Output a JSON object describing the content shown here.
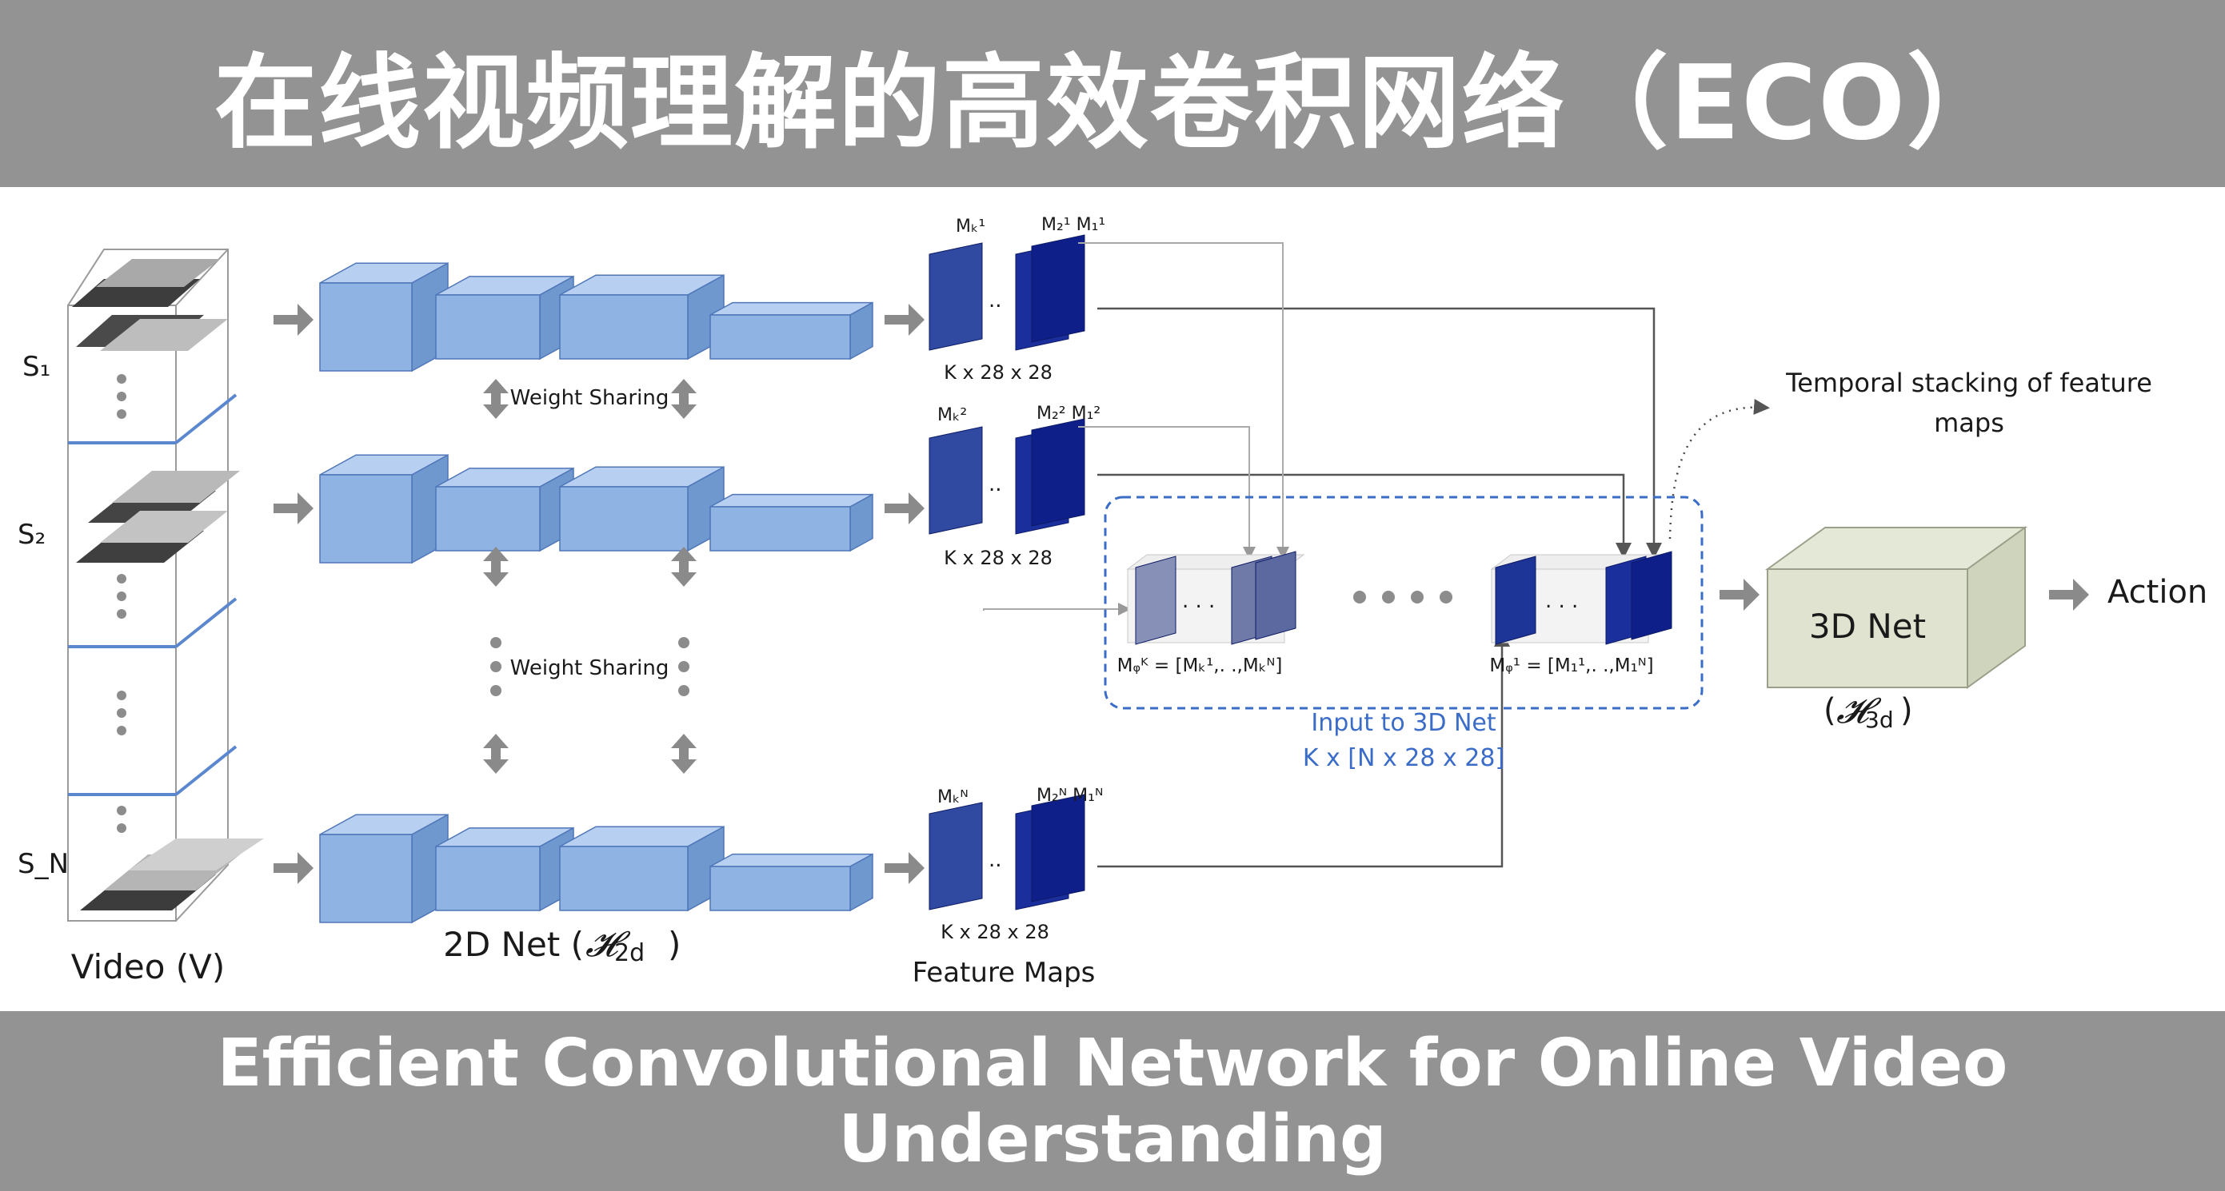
{
  "title": "在线视频理解的高效卷积网络（ECO）",
  "subtitle": "Efficient Convolutional Network for Online Video Understanding",
  "colors": {
    "band": "#939393",
    "block_front": "#8fb4e3",
    "block_top": "#b7cff0",
    "block_side": "#6f98cf",
    "feature_map": "#1b2f9c",
    "dashed_box": "#3a6cc8",
    "arrow": "#8a8a8a"
  },
  "diagram": {
    "video_label": "Video (V)",
    "segment_labels": [
      "S₁",
      "S₂",
      "S_N"
    ],
    "net2d_label_prefix": "2D Net (",
    "net2d_symbol": "𝓗",
    "net2d_sub": "2d",
    "net2d_label_suffix": ")",
    "weight_sharing": "Weight Sharing",
    "fm_dims": "K x 28 x 28",
    "feature_maps_label": "Feature Maps",
    "fm_labels_1": {
      "mk": "Mₖ¹",
      "m2m1": "M₂¹ M₁¹"
    },
    "fm_labels_2": {
      "mk": "Mₖ²",
      "m2m1": "M₂² M₁²"
    },
    "fm_labels_n": {
      "mk": "Mₖᴺ",
      "m2m1": "M₂ᴺ M₁ᴺ"
    },
    "temporal_note": "Temporal stacking of feature maps",
    "stack_eq_left": "Mᵩᴷ = [Mₖ¹,. .,Mₖᴺ]",
    "stack_eq_right": "Mᵩ¹ = [M₁¹,. .,M₁ᴺ]",
    "input_label_line1": "Input to 3D Net",
    "input_label_line2": "K x [N x 28 x 28]",
    "net3d_label": "3D Net",
    "net3d_caption_symbol": "𝓗",
    "net3d_caption_sub": "3d",
    "action_label": "Action"
  }
}
